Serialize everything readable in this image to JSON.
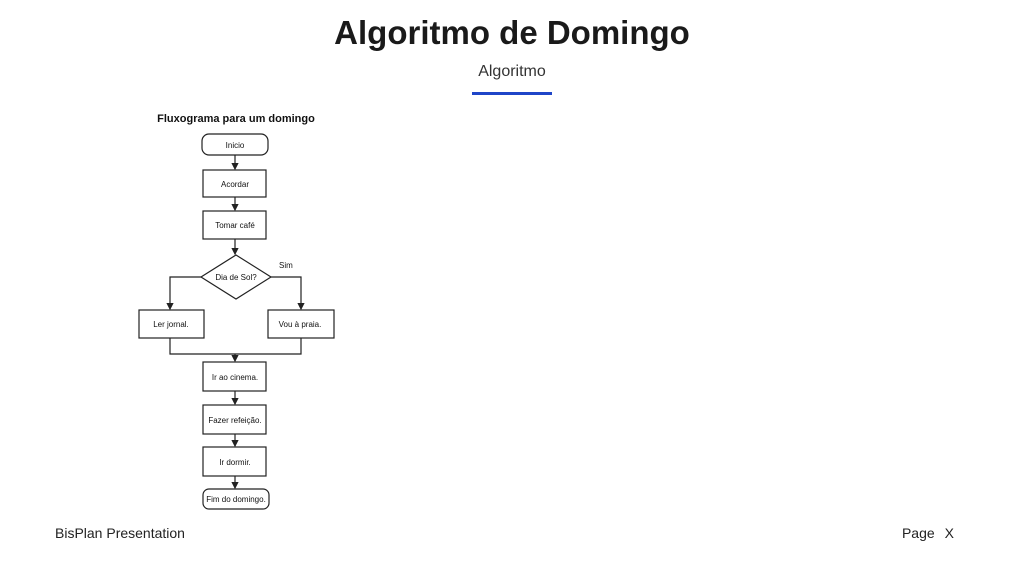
{
  "header": {
    "title": "Algoritmo de Domingo",
    "subtitle": "Algoritmo",
    "accent_color": "#1f45c8"
  },
  "flowchart": {
    "title": "Fluxograma para um domingo",
    "start": "Inicio",
    "steps": [
      "Acordar",
      "Tomar café"
    ],
    "decision": "Dia de Sol?",
    "yes_label": "Sim",
    "no_branch": "Ler jornal.",
    "yes_branch": "Vou à praia.",
    "after": [
      "Ir ao cinema.",
      "Fazer refeição.",
      "Ir dormir."
    ],
    "end": "Fim do domingo."
  },
  "footer": {
    "left": "BisPlan Presentation",
    "page_label": "Page",
    "page_number": "X"
  }
}
